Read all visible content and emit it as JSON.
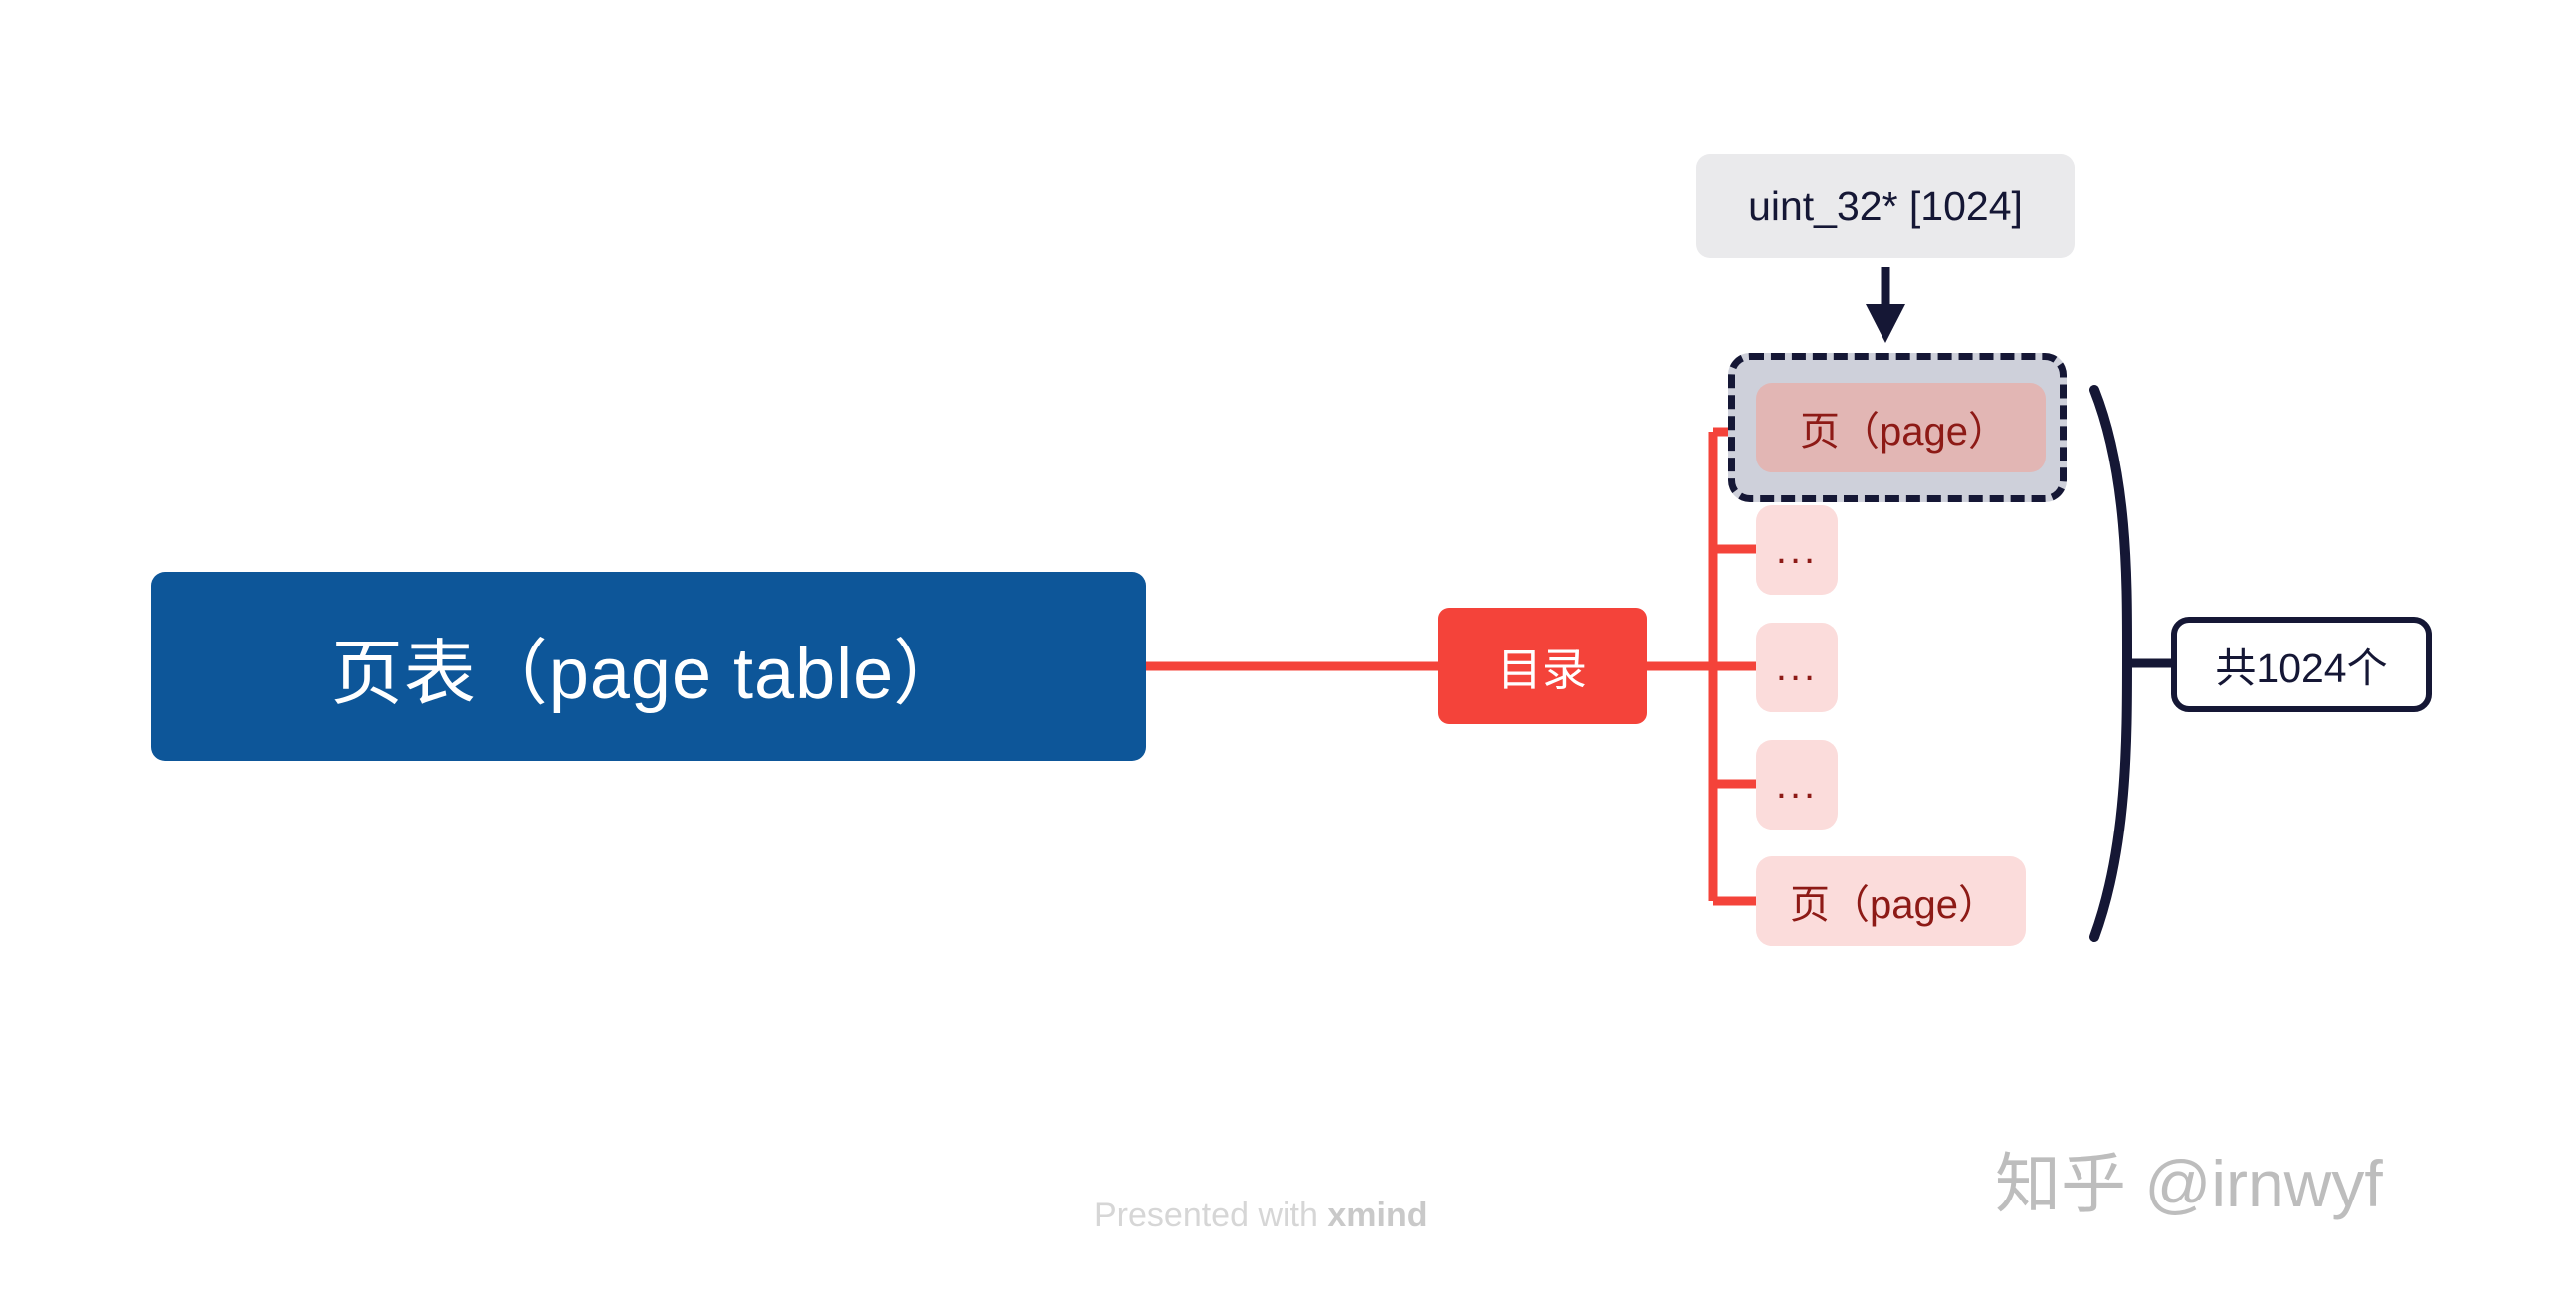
{
  "diagram": {
    "title": "页表（page table）",
    "root": {
      "label": "页表（page table）",
      "color": "#0d5699",
      "text_color": "#ffffff"
    },
    "branch": {
      "label": "目录",
      "color": "#f4433a",
      "text_color": "#ffffff"
    },
    "leaves": [
      {
        "label": "页（page）",
        "kind": "page",
        "selected": true
      },
      {
        "label": "...",
        "kind": "ellipsis",
        "selected": false
      },
      {
        "label": "...",
        "kind": "ellipsis",
        "selected": false
      },
      {
        "label": "...",
        "kind": "ellipsis",
        "selected": false
      },
      {
        "label": "页（page）",
        "kind": "page",
        "selected": false
      }
    ],
    "annotations": {
      "type_label": "uint_32* [1024]",
      "count_label": "共1024个"
    },
    "colors": {
      "root_blue": "#0d5699",
      "branch_red": "#f4433a",
      "leaf_pink": "#fbdcdb",
      "leaf_selected_rose": "#e2b6b4",
      "leaf_text": "#8d1a16",
      "selection_fill": "#ced0da",
      "selection_border": "#151735",
      "type_box_fill": "#eaeaec",
      "connector_red": "#f4433a",
      "ink_navy": "#151735"
    }
  },
  "footer": {
    "presented_prefix": "Presented with ",
    "brand": "xmind"
  },
  "watermark": {
    "text": "知乎 @irnwyf"
  }
}
